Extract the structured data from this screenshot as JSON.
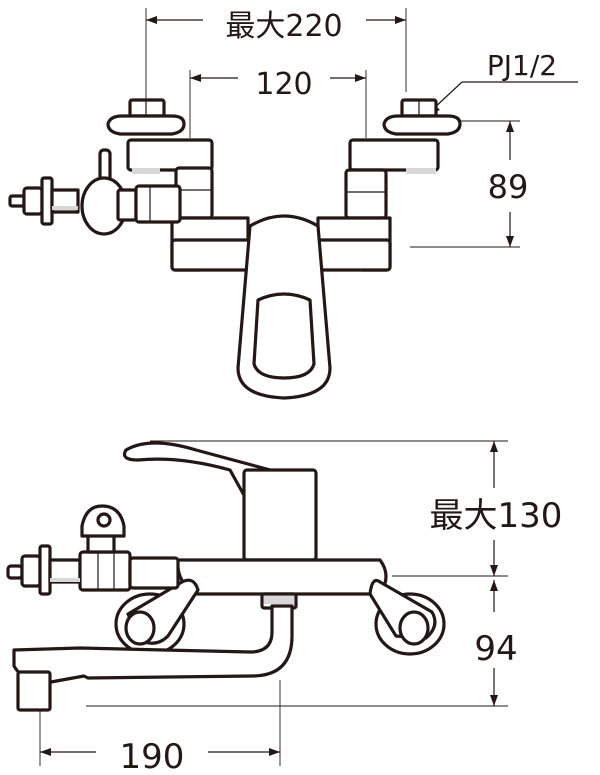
{
  "dimensions": {
    "top_max_width": "最大220",
    "top_center_width": "120",
    "thread_label": "PJ1/2",
    "top_height": "89",
    "side_max_height": "最大130",
    "side_height": "94",
    "side_spout_length": "190"
  },
  "colors": {
    "line": "#231815",
    "shade": "#d7d7d7",
    "background": "#ffffff"
  }
}
